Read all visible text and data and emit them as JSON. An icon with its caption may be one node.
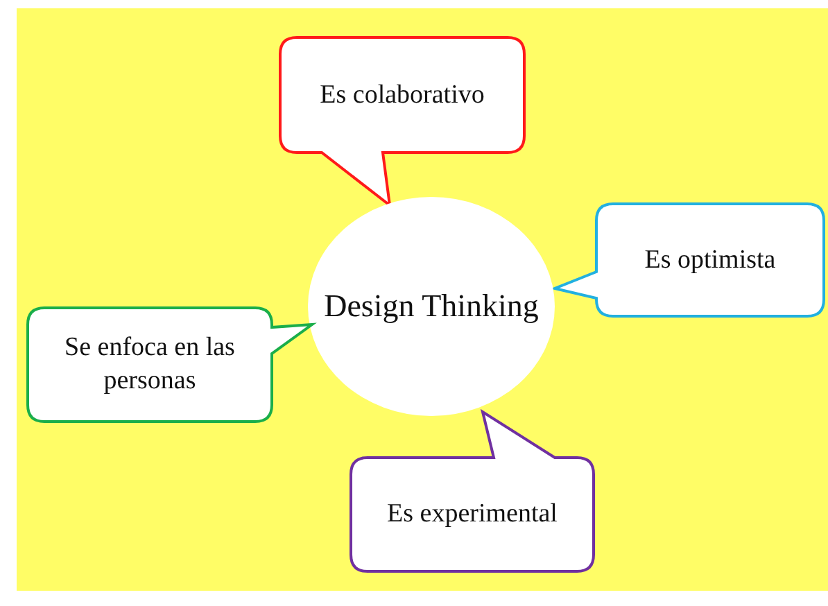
{
  "diagram": {
    "nodes": [
      {
        "text": [
          "Es colaborativo"
        ]
      },
      {
        "text": [
          "Es optimista"
        ]
      },
      {
        "text": [
          "Design Thinking"
        ]
      },
      {
        "text": [
          "Se enfoca en las personas"
        ]
      },
      {
        "text": [
          "Es experimental"
        ]
      }
    ]
  }
}
